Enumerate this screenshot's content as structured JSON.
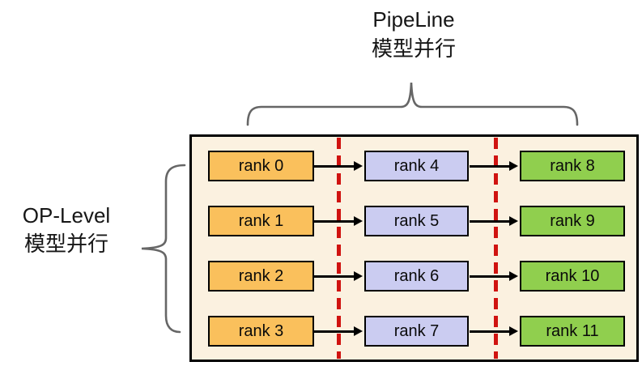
{
  "title": {
    "line1": "PipeLine",
    "line2": "模型并行"
  },
  "side_label": {
    "line1": "OP-Level",
    "line2": "模型并行"
  },
  "ranks": [
    [
      "rank 0",
      "rank 4",
      "rank 8"
    ],
    [
      "rank 1",
      "rank 5",
      "rank 9"
    ],
    [
      "rank 2",
      "rank 6",
      "rank 10"
    ],
    [
      "rank 3",
      "rank 7",
      "rank 11"
    ]
  ],
  "colors": {
    "container_fill": "#FBF1E0",
    "stage1_fill": "#FAC05C",
    "stage2_fill": "#CBCCF1",
    "stage3_fill": "#90CF4E",
    "divider_red": "#D01310",
    "outline": "#000000",
    "brace_gray": "#666666"
  }
}
